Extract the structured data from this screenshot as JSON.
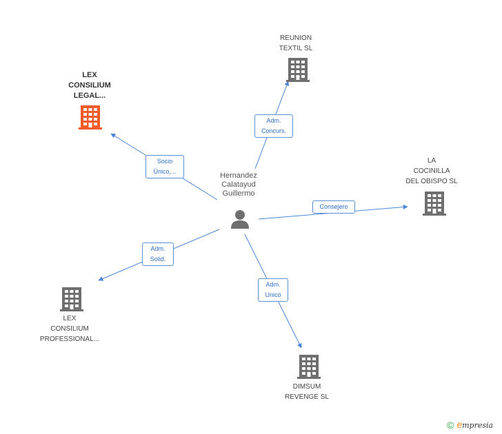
{
  "center": {
    "name": "Hernandez Calatayud Guillermo",
    "lines": [
      "Hernandez",
      "Calatayud",
      "Guillermo"
    ]
  },
  "nodes": [
    {
      "key": "reunion",
      "lines": [
        "REUNION",
        "TEXTIL SL"
      ],
      "highlighted": false
    },
    {
      "key": "lex_legal",
      "lines": [
        "LEX",
        "CONSILIUM",
        "LEGAL..."
      ],
      "highlighted": true
    },
    {
      "key": "cocinilla",
      "lines": [
        "LA",
        "COCINILLA",
        "DEL OBISPO SL"
      ],
      "highlighted": false
    },
    {
      "key": "lex_professional",
      "lines": [
        "LEX",
        "CONSILIUM",
        "PROFESSIONAL..."
      ],
      "highlighted": false
    },
    {
      "key": "dimsum",
      "lines": [
        "DIMSUM",
        "REVENGE SL"
      ],
      "highlighted": false
    }
  ],
  "edges": [
    {
      "to": "reunion",
      "label": [
        "Adm.",
        "Concurs."
      ]
    },
    {
      "to": "lex_legal",
      "label": [
        "Socio",
        "Único,..."
      ]
    },
    {
      "to": "cocinilla",
      "label": [
        "Consejero"
      ]
    },
    {
      "to": "lex_professional",
      "label": [
        "Adm.",
        "Solid."
      ]
    },
    {
      "to": "dimsum",
      "label": [
        "Adm.",
        "Unico"
      ]
    }
  ],
  "footer": {
    "copyright": "©",
    "brand_initial": "e",
    "brand_rest": "mpresia"
  },
  "colors": {
    "edge": "#4a86d8",
    "building": "#6f6f6f",
    "highlight": "#f15a29",
    "person": "#6f6f6f"
  }
}
